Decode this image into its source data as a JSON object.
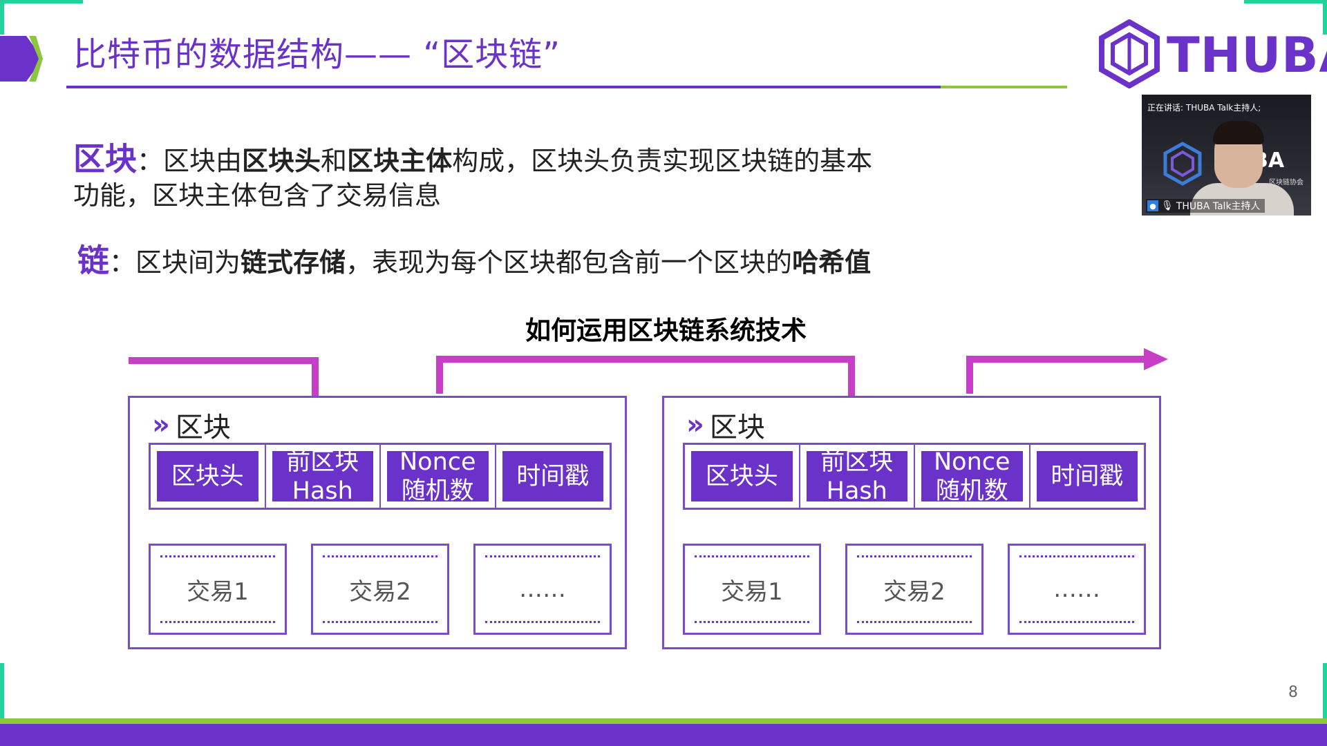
{
  "slide": {
    "title": "比特币的数据结构——  “区块链”",
    "page_number": "8"
  },
  "logo": {
    "text": "THUBA",
    "icon": "thuba-hexagon-logo-icon"
  },
  "webcam": {
    "speaking_label": "正在讲话: THUBA Talk主持人;",
    "participant_name": "THUBA Talk主持人",
    "background_logo_text": "BA",
    "background_sub_text": "区块链协会"
  },
  "content": {
    "block_para": {
      "keyword": "区块",
      "sep": "：",
      "t1": "区块由",
      "b1": "区块头",
      "t2": "和",
      "b2": "区块主体",
      "t3": "构成，区块头负责实现区块链的基本",
      "line2": "功能，区块主体包含了交易信息"
    },
    "chain_para": {
      "keyword": "链",
      "sep": "：",
      "t1": "区块间为",
      "b1": "链式存储",
      "t2": "，表现为每个区块都包含前一个区块的",
      "b2": "哈希值"
    },
    "overlay_text": "如何运用区块链系统技术"
  },
  "diagram": {
    "arrow_color": "#c63fc6",
    "blocks": [
      {
        "title": "区块",
        "header_cells": [
          "区块头",
          "前区块\nHash",
          "Nonce\n随机数",
          "时间戳"
        ],
        "transactions": [
          "交易1",
          "交易2",
          "……"
        ]
      },
      {
        "title": "区块",
        "header_cells": [
          "区块头",
          "前区块\nHash",
          "Nonce\n随机数",
          "时间戳"
        ],
        "transactions": [
          "交易1",
          "交易2",
          "……"
        ]
      }
    ]
  },
  "colors": {
    "primary": "#6a32c9",
    "accent_green": "#8cc63f",
    "corner": "#1fd39a"
  }
}
